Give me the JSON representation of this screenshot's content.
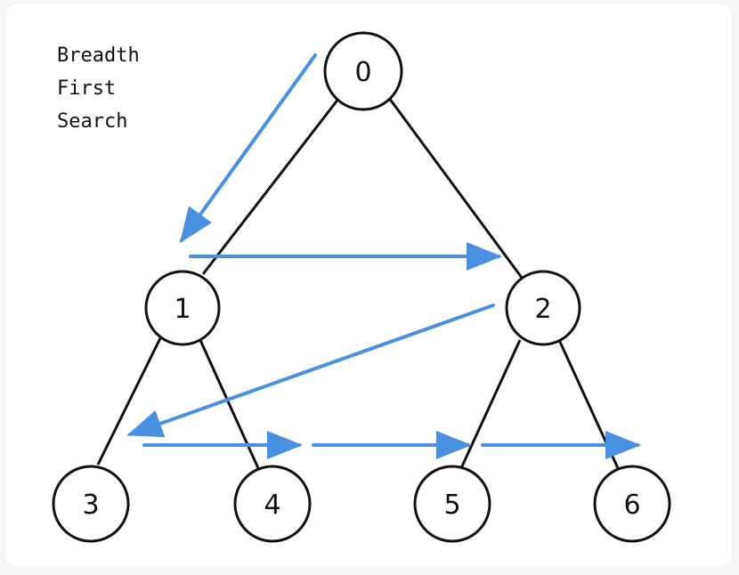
{
  "title_lines": [
    "Breadth",
    "First",
    "Search"
  ],
  "nodes": [
    "0",
    "1",
    "2",
    "3",
    "4",
    "5",
    "6"
  ],
  "edges": [
    [
      "0",
      "1"
    ],
    [
      "0",
      "2"
    ],
    [
      "1",
      "3"
    ],
    [
      "1",
      "4"
    ],
    [
      "2",
      "5"
    ],
    [
      "2",
      "6"
    ]
  ],
  "traversal_order": [
    "0",
    "1",
    "2",
    "3",
    "4",
    "5",
    "6"
  ],
  "colors": {
    "edge": "#111111",
    "node_fill": "#ffffff",
    "node_stroke": "#111111",
    "arrow": "#4a90e2",
    "background": "#ffffff"
  }
}
